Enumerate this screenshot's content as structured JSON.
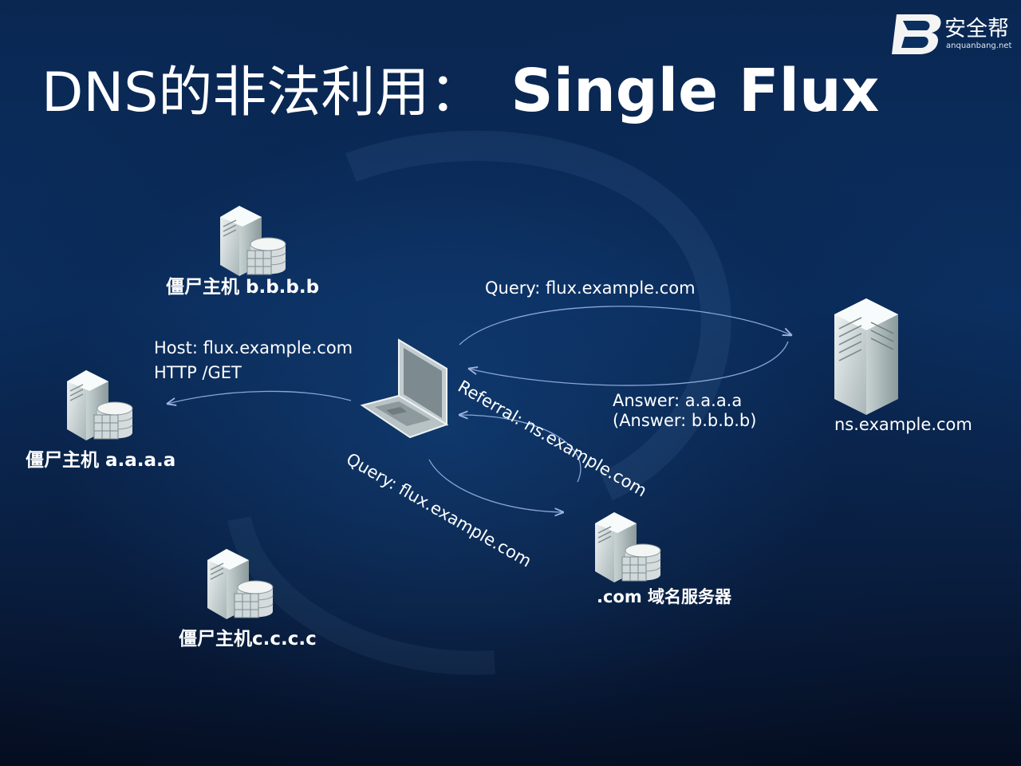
{
  "title": {
    "prefix": "DNS的非法利用：",
    "bold": "Single Flux"
  },
  "logo": {
    "name": "安全帮",
    "domain": "anquanbang.net",
    "letter": "B"
  },
  "nodes": {
    "zombie_b": "僵尸主机 b.b.b.b",
    "zombie_a": "僵尸主机 a.a.a.a",
    "zombie_c": "僵尸主机c.c.c.c",
    "ns_server": "ns.example.com",
    "com_server": ".com 域名服务器"
  },
  "edges": {
    "query_ns": "Query: flux.example.com",
    "answer_1": "Answer: a.a.a.a",
    "answer_2": "(Answer: b.b.b.b)",
    "host_1": "Host: flux.example.com",
    "host_2": "HTTP /GET",
    "referral": "Referral: ns.example.com",
    "query_com": "Query: flux.example.com"
  },
  "colors": {
    "arrow": "#8aa6d8",
    "background": "#0b2f60"
  }
}
